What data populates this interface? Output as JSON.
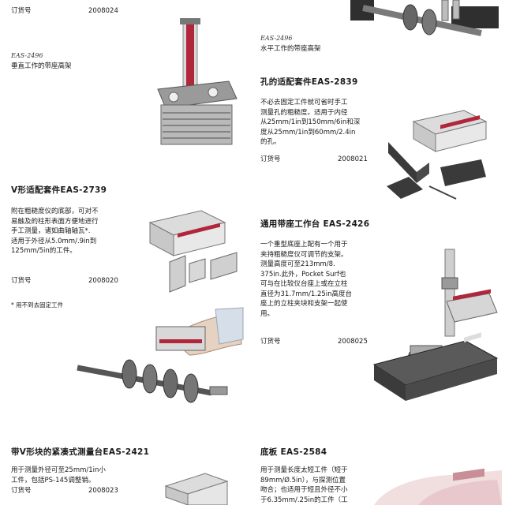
{
  "order_label": "订货号",
  "col_left": {
    "top_order": {
      "label": "订货号",
      "number": "2008024"
    },
    "vertical_stand": {
      "model": "EAS-2496",
      "caption": "垂直工作的带座高架"
    },
    "v_adapter": {
      "title": "V形适配套件EAS-2739",
      "body": [
        "附在粗糙度仪的底部，可对不",
        "易触及的柱形表面方便地进行",
        "手工测量，诸如曲轴轴瓦*.",
        "适用于外径从5.0mm/.9in到",
        "125mm/5in的工件。"
      ],
      "order": {
        "label": "订货号",
        "number": "2008020"
      },
      "note": "* 用不到去固定工件"
    },
    "compact_stand": {
      "title": "带V形块的紧凑式测量台EAS-2421",
      "body": [
        "用于测量外径可至25mm/1in小",
        "工件，包括PS-145调整销。"
      ],
      "order": {
        "label": "订货号",
        "number": "2008023"
      }
    }
  },
  "col_right": {
    "horizontal_stand": {
      "model": "EAS-2496",
      "caption": "水平工作的带座高架"
    },
    "hole_adapter": {
      "title": "孔的适配套件EAS-2839",
      "body": [
        "不必去固定工件就可省时手工",
        "测量孔的粗糙度。适用于内径",
        "从25mm/1in到150mm/6in和深",
        "度从25mm/1in到60mm/2.4in",
        "的孔。"
      ],
      "order": {
        "label": "订货号",
        "number": "2008021"
      }
    },
    "universal_stand": {
      "title": "通用带座工作台 EAS-2426",
      "body": [
        "一个重型底座上配有一个用于",
        "夹持粗糙度仪可调节的支架。",
        "测量高度可至213mm/8.",
        "375in.此外，Pocket Surf也",
        "可与在比较仪台座上或在立柱",
        "直径为31.7mm/1.25in高度台",
        "座上的立柱夹块和支架一起使",
        "用。"
      ],
      "order": {
        "label": "订货号",
        "number": "2008025"
      }
    },
    "base_plate": {
      "title": "底板 EAS-2584",
      "body": [
        "用于测量长度太短工件（短于",
        "89mm/Ø.5in），与探测位置",
        "吻合；也适用于短且外径不小",
        "于6.35mm/.25in的工件（工"
      ]
    }
  },
  "colors": {
    "accent_red": "#b0263a",
    "gauge_gray": "#c8c8c8",
    "dark": "#2d2d2d"
  }
}
